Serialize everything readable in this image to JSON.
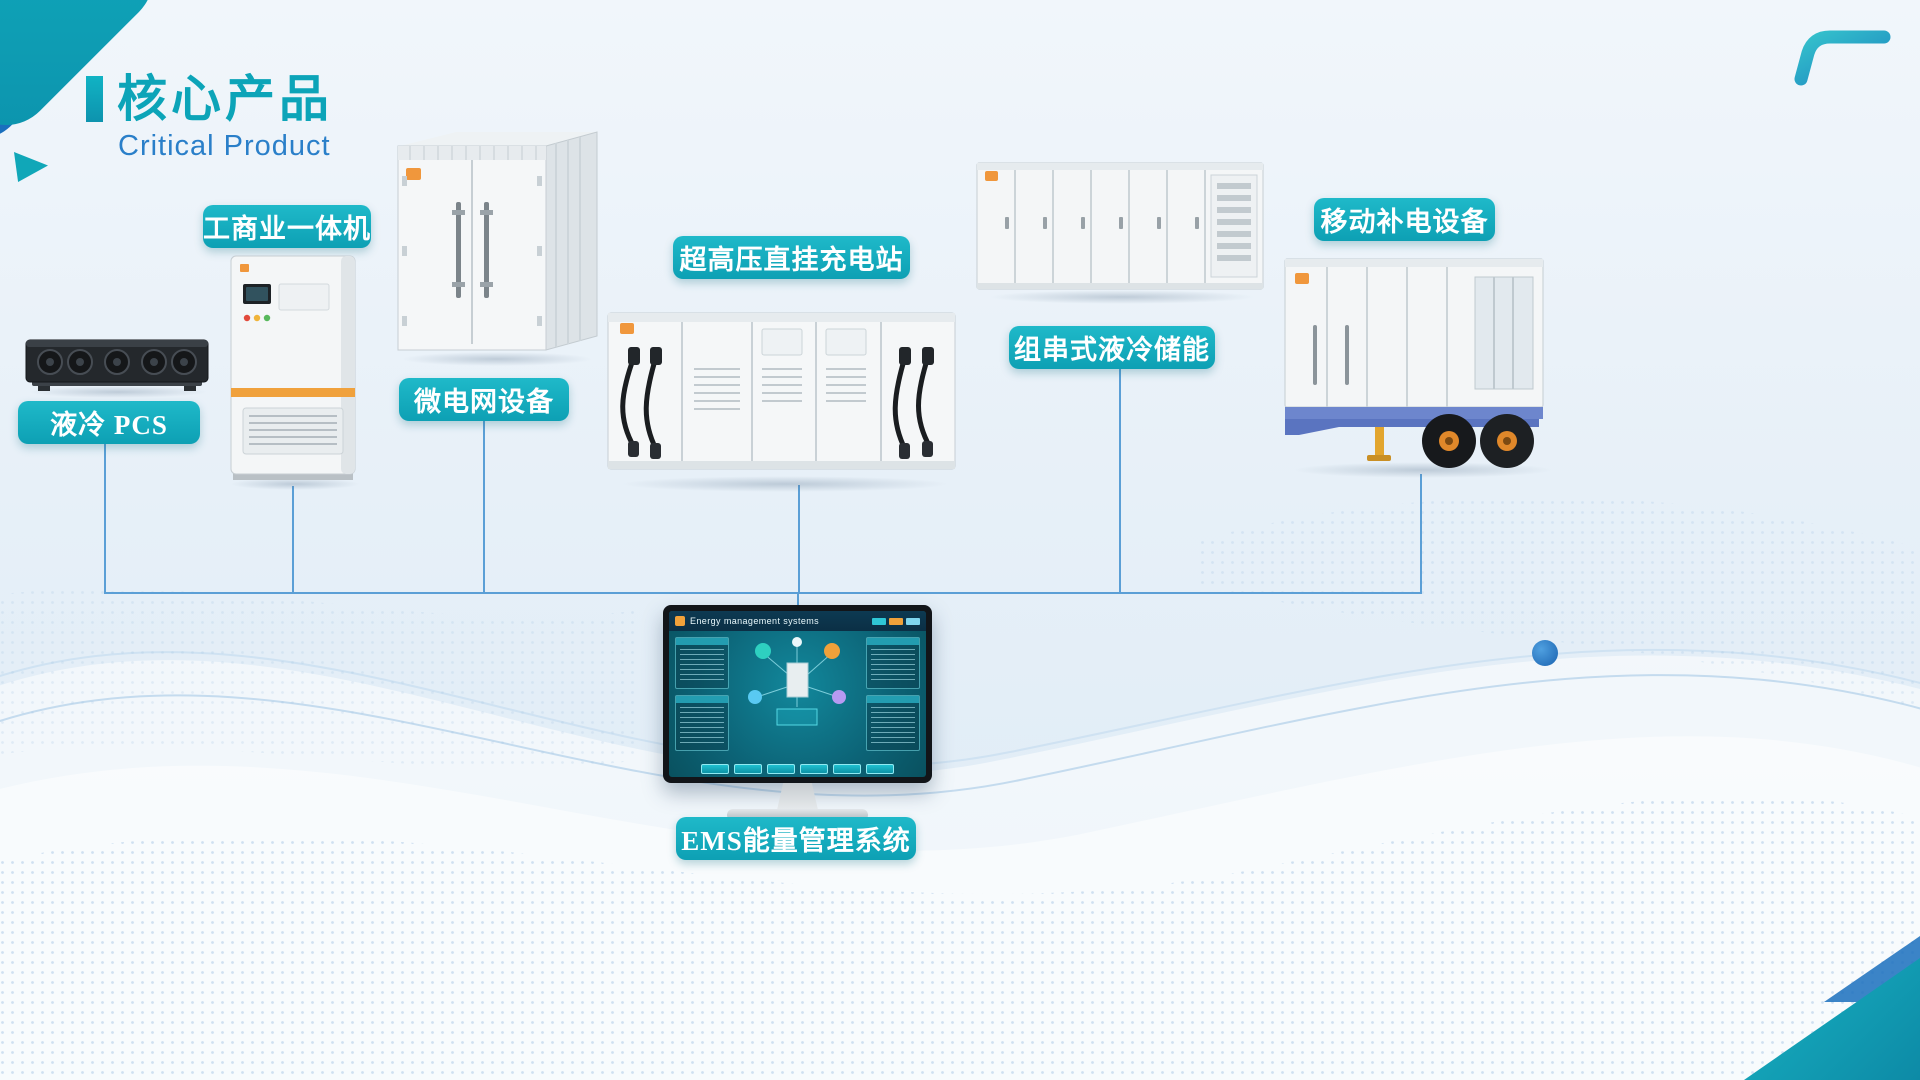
{
  "header": {
    "title": "核心产品",
    "subtitle": "Critical Product"
  },
  "products": [
    {
      "label": "液冷 PCS"
    },
    {
      "label": "工商业一体机"
    },
    {
      "label": "微电网设备"
    },
    {
      "label": "超高压直挂充电站"
    },
    {
      "label": "组串式液冷储能"
    },
    {
      "label": "移动补电设备"
    }
  ],
  "ems": {
    "label": "EMS能量管理系统",
    "screen_title": "Energy management systems"
  },
  "colors": {
    "accent_teal": "#0ca4b8",
    "accent_blue": "#2a7fc9",
    "pill_background": "#14acbd",
    "connector_line": "#5b9fd6",
    "highlight_orange": "#f0a13a"
  }
}
